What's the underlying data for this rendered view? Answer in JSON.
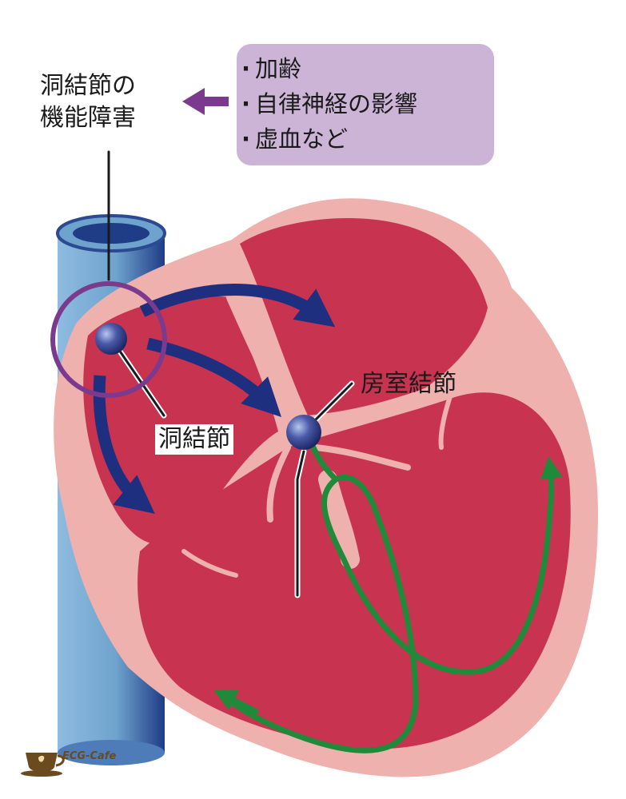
{
  "labels": {
    "sinus_dysfunction_line1": "洞結節の",
    "sinus_dysfunction_line2": "機能障害",
    "sa_node": "洞結節",
    "av_node": "房室結節"
  },
  "causes": [
    "加齢",
    "自律神経の影響",
    "虚血など"
  ],
  "logo": {
    "text": "ECG-Cafe"
  },
  "colors": {
    "myocardium": "#c8334f",
    "heart_wall": "#efb1ad",
    "vessel": "#6ea3cd",
    "vessel_dark": "#1f3c86",
    "arrow_blue": "#1f2f80",
    "conduction_green": "#1e8a3a",
    "highlight_circle": "#7b3a8e",
    "cause_box": "#cbb4d6",
    "logo_brown": "#6b4a1e"
  }
}
